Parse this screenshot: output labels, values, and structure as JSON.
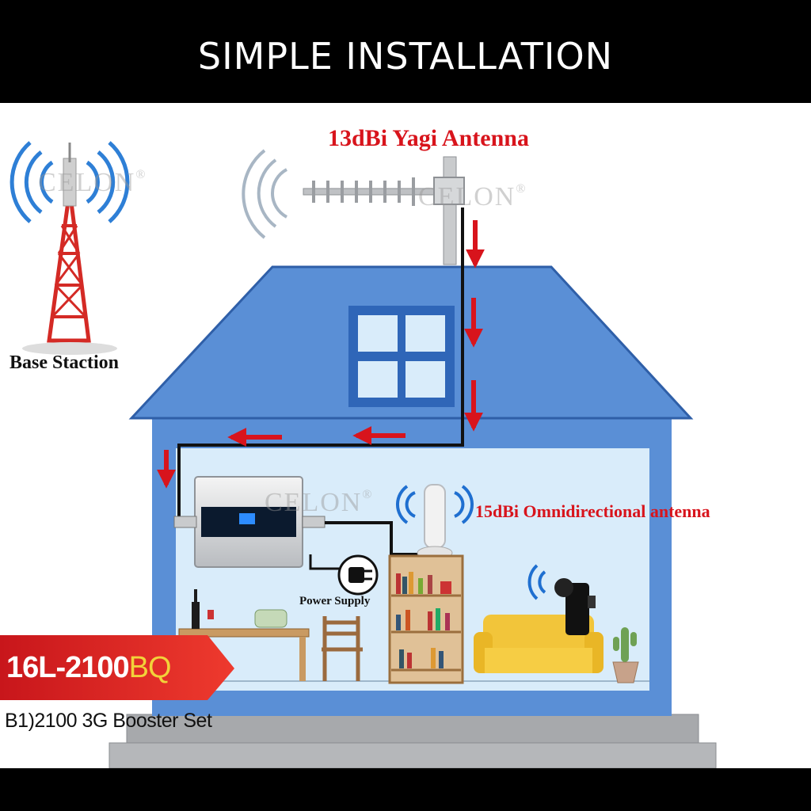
{
  "header": {
    "title": "SIMPLE INSTALLATION"
  },
  "labels": {
    "yagi_antenna": "13dBi Yagi Antenna",
    "base_station": "Base Staction",
    "omni_antenna": "15dBi Omnidirectional antenna",
    "power_supply": "Power Supply"
  },
  "product": {
    "model_code": "16L-2100",
    "model_suffix": "BQ",
    "subtitle": "B1)2100  3G Booster Set"
  },
  "watermark": {
    "text": "CELON",
    "mark": "®"
  },
  "colors": {
    "house_blue": "#5a8fd6",
    "house_light": "#d9ecfa",
    "signal_red": "#d8141c",
    "banner_red": "#e0262a",
    "banner_yellow": "#f2d23a"
  },
  "icons": [
    "cell-tower-icon",
    "yagi-antenna-icon",
    "booster-device-icon",
    "omni-antenna-icon",
    "power-plug-icon",
    "smartphone-icon",
    "signal-waves-icon",
    "sofa-icon",
    "bookshelf-icon",
    "chair-icon",
    "table-icon",
    "cactus-icon"
  ]
}
